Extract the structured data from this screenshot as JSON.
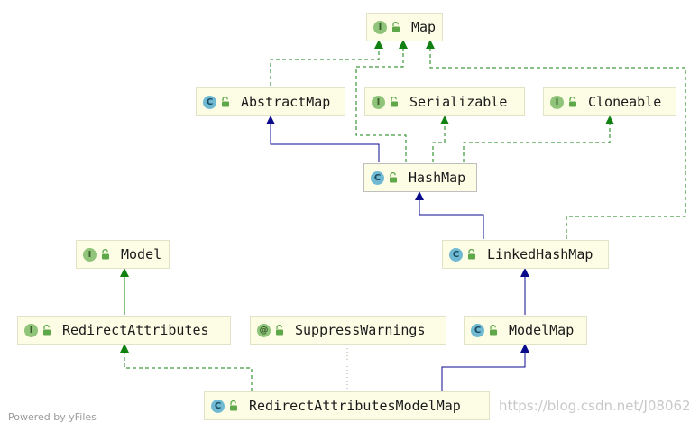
{
  "nodes": {
    "map": {
      "name": "Map",
      "kind": "I"
    },
    "abstract_map": {
      "name": "AbstractMap",
      "kind": "C"
    },
    "serializable": {
      "name": "Serializable",
      "kind": "I"
    },
    "cloneable": {
      "name": "Cloneable",
      "kind": "I"
    },
    "hash_map": {
      "name": "HashMap",
      "kind": "C"
    },
    "linked_hash_map": {
      "name": "LinkedHashMap",
      "kind": "C"
    },
    "model": {
      "name": "Model",
      "kind": "I"
    },
    "redirect_attributes": {
      "name": "RedirectAttributes",
      "kind": "I"
    },
    "suppress_warnings": {
      "name": "SuppressWarnings",
      "kind": "@"
    },
    "model_map": {
      "name": "ModelMap",
      "kind": "C"
    },
    "redirect_attributes_model_map": {
      "name": "RedirectAttributesModelMap",
      "kind": "C"
    }
  },
  "footer": "Powered by yFiles",
  "watermark": "https://blog.csdn.net/J080624",
  "colors": {
    "interface_badge": "#8fc47a",
    "class_badge": "#6fb9d2",
    "annotation_badge": "#8fc47a",
    "extends_edge": "#0a0a8c",
    "implements_edge": "#108010",
    "lock_icon": "#5fa84a"
  }
}
